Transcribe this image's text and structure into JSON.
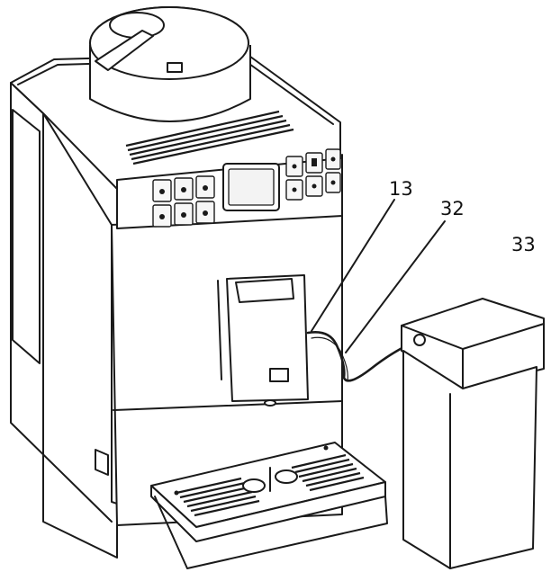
{
  "figure": {
    "callouts": [
      {
        "id": "13",
        "label": "13"
      },
      {
        "id": "32",
        "label": "32"
      },
      {
        "id": "33",
        "label": "33"
      }
    ]
  }
}
